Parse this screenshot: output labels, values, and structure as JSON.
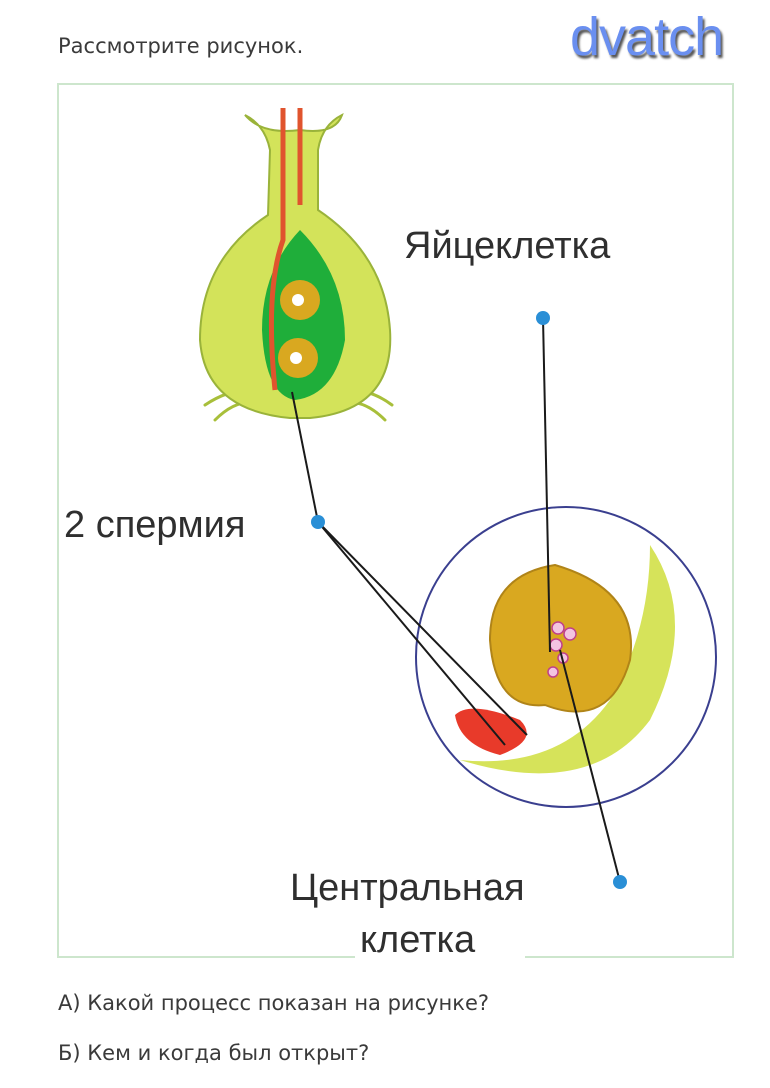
{
  "document": {
    "title": "Рассмотрите рисунок.",
    "watermark": "dvatch",
    "questions": [
      "А) Какой процесс показан на рисунке?",
      "Б) Кем и когда был открыт?"
    ]
  },
  "figure": {
    "labels": {
      "egg_cell": "Яйцеклетка",
      "sperm": "2 спермия",
      "central_line1": "Центральная",
      "central_line2": "клетка"
    }
  },
  "colors": {
    "frame": "#cde6cd",
    "pointer": "#2a8fd6",
    "pistil": "#d3e35a",
    "embryo_sac": "#1fae3a",
    "pollen_tube": "#e0542e",
    "ovule_ring": "#3a3f8f"
  }
}
